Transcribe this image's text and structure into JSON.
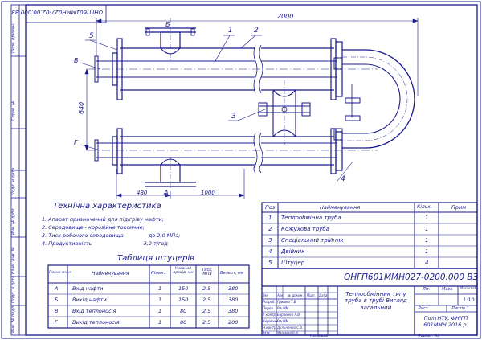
{
  "document_stamp": "ОНГП601ММН027-02.00.000 ВЗ",
  "drawing": {
    "dim_total_length": "2000",
    "dim_height": "640",
    "dim_left": "480",
    "dim_mid": "1000",
    "labels": {
      "A": "А",
      "B": "Б",
      "V": "В",
      "G": "Г"
    },
    "positions": [
      "1",
      "2",
      "3",
      "4",
      "5"
    ]
  },
  "tech": {
    "title": "Технічна характеристика",
    "lines": [
      "1. Апарат призначений для підігріву нафти;",
      "2. Середовище - корозійне токсичне;",
      "3. Тиск робочого середовища               до 2,0 МПа;",
      "4. Продуктивність                               3,2 т/год"
    ]
  },
  "nozzles": {
    "title": "Таблиця штуцерів",
    "headers": [
      "Позначення",
      "Найменування",
      "Кільк.",
      "Умовний прохід, мм",
      "Тиск, МПа",
      "Вильот, мм"
    ],
    "rows": [
      [
        "А",
        "Вхід нафти",
        "1",
        "150",
        "2,5",
        "380"
      ],
      [
        "Б",
        "Вихід нафти",
        "1",
        "150",
        "2,5",
        "380"
      ],
      [
        "В",
        "Вхід теплоносія",
        "1",
        "80",
        "2,5",
        "380"
      ],
      [
        "Г",
        "Вихід теплоносія",
        "1",
        "80",
        "2,5",
        "200"
      ]
    ]
  },
  "spec": {
    "headers": [
      "Поз",
      "Найменування",
      "Кільк.",
      "Прим"
    ],
    "rows": [
      [
        "1",
        "Теплообмінна труба",
        "1",
        ""
      ],
      [
        "2",
        "Кожухова труба",
        "1",
        ""
      ],
      [
        "3",
        "Спеціальний трійник",
        "1",
        ""
      ],
      [
        "4",
        "Двійник",
        "1",
        ""
      ],
      [
        "5",
        "Штуцер",
        "4",
        ""
      ]
    ]
  },
  "title_block": {
    "code": "ОНГП601ММН027-0200.000 ВЗ",
    "name": "Теплообмінник типу труба в трубі Вигляд загальний",
    "lit_label": "Літ.",
    "mass_label": "Маса",
    "scale_label": "Масштаб",
    "scale": "1:10",
    "sheet_label": "Лист",
    "sheets_label": "Листів 1",
    "org": "ПолтНТУ, ФНІГП 601ММН 2016 р.",
    "rows": [
      [
        "Зм.",
        "Арк.",
        "№ докум.",
        "Підп.",
        "Дата"
      ],
      [
        "Розроб.",
        "Гришко Т.В",
        "",
        "",
        ""
      ],
      [
        "Перев.",
        "Рів ММ",
        "",
        "",
        ""
      ],
      [
        "Т.контр.",
        "Барвенко А.В",
        "",
        "",
        ""
      ],
      [
        "Керівник",
        "Рів ММ",
        "",
        "",
        ""
      ],
      [
        "Н.контр.",
        "Дульненко С.В.",
        "",
        "",
        ""
      ],
      [
        "Затв.",
        "Мятизька О.М.",
        "",
        "",
        ""
      ]
    ],
    "bottom_left": "Копіював",
    "bottom_right": "Формат  А3"
  },
  "side_labels": [
    "Перв. примен.",
    "Справ. №",
    "Подп. и дата",
    "Инв. № дубл.",
    "Взам. инв. №",
    "Подп. и дата",
    "Инв. № подл."
  ]
}
